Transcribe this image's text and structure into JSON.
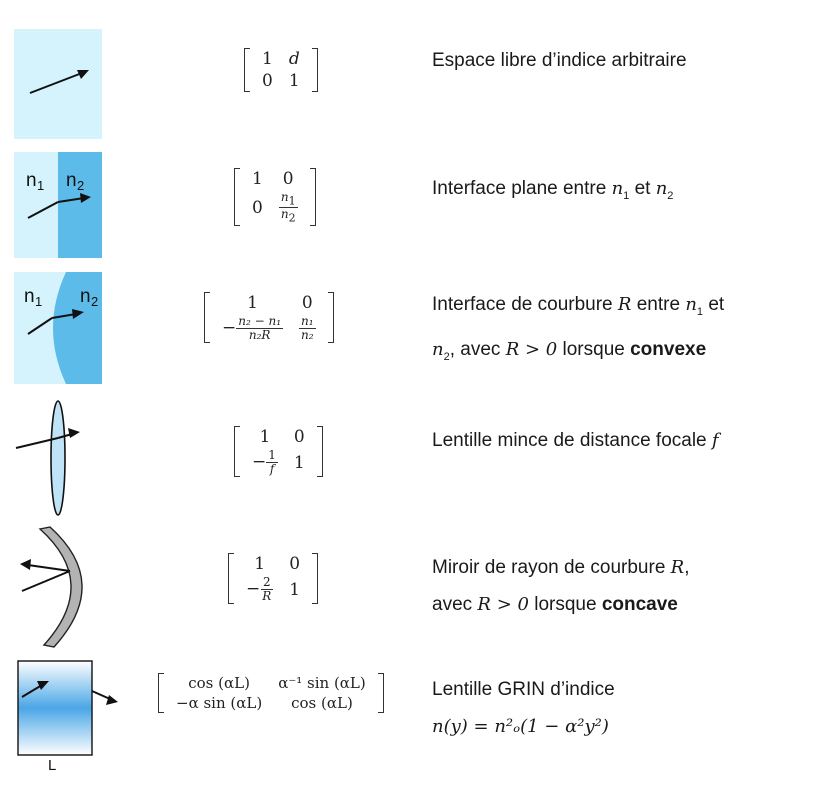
{
  "rows": [
    {
      "icon": "free-space-icon",
      "matrix": {
        "a": "1",
        "b": "d",
        "c": "0",
        "d": "1"
      },
      "description": "Espace libre d’indice arbitraire"
    },
    {
      "icon": "flat-interface-icon",
      "labels": {
        "n1": "n",
        "n1_sub": "1",
        "n2": "n",
        "n2_sub": "2"
      },
      "matrix": {
        "a": "1",
        "b": "0",
        "c": "0",
        "d_num": "n",
        "d_num_sub": "1",
        "d_den": "n",
        "d_den_sub": "2"
      },
      "description": {
        "text1": "Interface plane entre ",
        "n1": "n",
        "n1_sub": "1",
        "and": " et ",
        "n2": "n",
        "n2_sub": "2"
      }
    },
    {
      "icon": "curved-interface-icon",
      "labels": {
        "n1": "n",
        "n1_sub": "1",
        "n2": "n",
        "n2_sub": "2"
      },
      "matrix": {
        "a": "1",
        "b": "0",
        "c_sign": "−",
        "c_num": "n₂ − n₁",
        "c_den": "n₂R",
        "d_num": "n₁",
        "d_den": "n₂"
      },
      "description": {
        "line1_a": "Interface de courbure ",
        "R": "R",
        "line1_b": " entre ",
        "n1": "n",
        "n1_sub": "1",
        "line1_c": " et",
        "n2": "n",
        "n2_sub": "2",
        "line2_a": ", avec ",
        "cond": "R > 0",
        "line2_b": " lorsque ",
        "bold": "convexe"
      }
    },
    {
      "icon": "thin-lens-icon",
      "matrix": {
        "a": "1",
        "b": "0",
        "c_sign": "−",
        "c_num": "1",
        "c_den": "f",
        "d": "1"
      },
      "description": {
        "text1": "Lentille mince de distance focale ",
        "f": "f"
      }
    },
    {
      "icon": "curved-mirror-icon",
      "matrix": {
        "a": "1",
        "b": "0",
        "c_sign": "−",
        "c_num": "2",
        "c_den": "R",
        "d": "1"
      },
      "description": {
        "line1_a": "Miroir de rayon de courbure ",
        "R": "R",
        "line1_b": ",",
        "line2_a": "avec ",
        "cond": "R > 0",
        "line2_b": " lorsque ",
        "bold": "concave"
      }
    },
    {
      "icon": "grin-lens-icon",
      "labels": {
        "L": "L"
      },
      "matrix": {
        "a": "cos (αL)",
        "b": "α⁻¹ sin (αL)",
        "c": "−α sin (αL)",
        "d": "cos (αL)"
      },
      "description": {
        "line1": "Lentille GRIN d’indice",
        "line2": "n(y) = n²ₒ(1 − α²y²)"
      }
    }
  ],
  "colors": {
    "light_blue": "#d4f3fc",
    "medium_blue": "#5cbbe8",
    "lens_blue": "#bfe4f7",
    "mirror_gray": "#b3b3b3",
    "grin_blue": "#4aa6e6"
  }
}
